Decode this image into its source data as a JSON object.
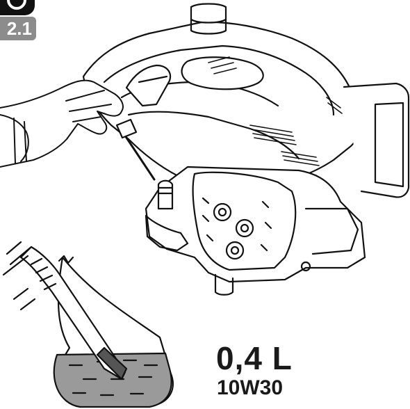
{
  "step": {
    "label": "2.1"
  },
  "oil": {
    "quantity": "0,4 L",
    "grade": "10W30"
  }
}
